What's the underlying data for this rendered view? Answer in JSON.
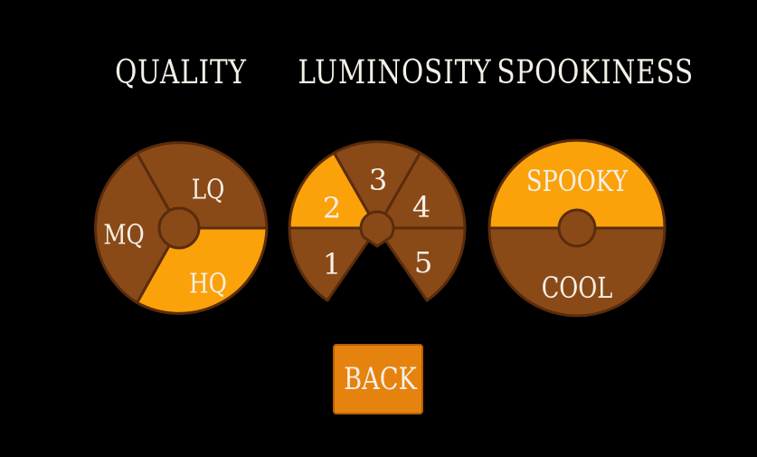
{
  "headings": {
    "quality": "QUALITY",
    "luminosity": "LUMINOSITY",
    "spookiness": "SPOOKINESS"
  },
  "colors": {
    "background": "#000000",
    "segment": "#8a4a18",
    "segment_selected": "#fba10a",
    "border": "#5a2c0c",
    "text": "#f4f0e6",
    "button": "#e6820e"
  },
  "quality": {
    "options": [
      "LQ",
      "HQ",
      "MQ"
    ],
    "selected": "HQ"
  },
  "luminosity": {
    "options": [
      "1",
      "2",
      "3",
      "4",
      "5"
    ],
    "selected": "2"
  },
  "spookiness": {
    "options": [
      "SPOOKY",
      "COOL"
    ],
    "selected": "SPOOKY"
  },
  "back_label": "BACK"
}
